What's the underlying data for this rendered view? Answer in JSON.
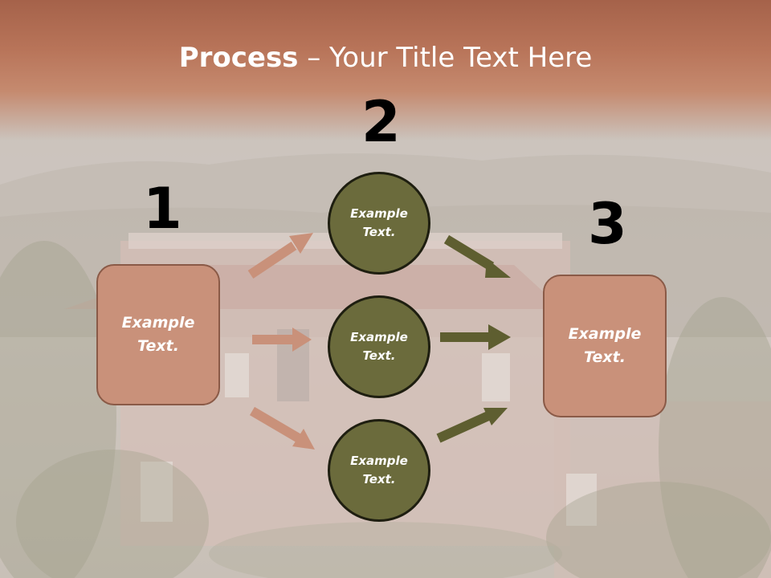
{
  "slide": {
    "title_bold": "Process",
    "title_rest": " – Your Title Text Here",
    "step_numbers": [
      "1",
      "2",
      "3"
    ],
    "left_box": "Example\nText.",
    "right_box": "Example\nText.",
    "circles": [
      "Example\nText.",
      "Example\nText.",
      "Example\nText."
    ]
  },
  "colors": {
    "title_band": "#b87459",
    "box_fill": "#c9917a",
    "circle_fill": "#6b6b3c",
    "left_arrows": "#c9917a",
    "right_arrows": "#5e5e30"
  }
}
